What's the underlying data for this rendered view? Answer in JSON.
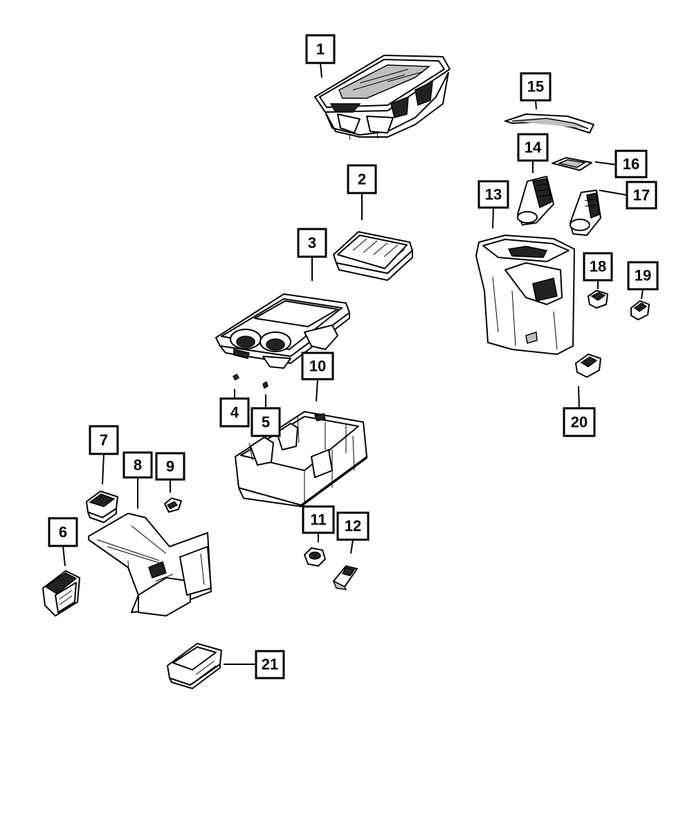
{
  "callouts": [
    {
      "id": 1,
      "label": "1"
    },
    {
      "id": 2,
      "label": "2"
    },
    {
      "id": 3,
      "label": "3"
    },
    {
      "id": 4,
      "label": "4"
    },
    {
      "id": 5,
      "label": "5"
    },
    {
      "id": 6,
      "label": "6"
    },
    {
      "id": 7,
      "label": "7"
    },
    {
      "id": 8,
      "label": "8"
    },
    {
      "id": 9,
      "label": "9"
    },
    {
      "id": 10,
      "label": "10"
    },
    {
      "id": 11,
      "label": "11"
    },
    {
      "id": 12,
      "label": "12"
    },
    {
      "id": 13,
      "label": "13"
    },
    {
      "id": 14,
      "label": "14"
    },
    {
      "id": 15,
      "label": "15"
    },
    {
      "id": 16,
      "label": "16"
    },
    {
      "id": 17,
      "label": "17"
    },
    {
      "id": 18,
      "label": "18"
    },
    {
      "id": 19,
      "label": "19"
    },
    {
      "id": 20,
      "label": "20"
    },
    {
      "id": 21,
      "label": "21"
    }
  ]
}
